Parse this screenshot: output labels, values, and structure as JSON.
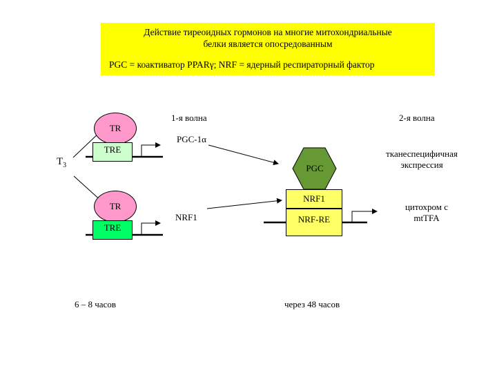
{
  "title": {
    "line1": "Действие тиреоидных гормонов на многие митохондриальные",
    "line2": "белки является опосредованным",
    "definition": "PGC = коактиватор PPARγ; NRF = ядерный респираторный фактор"
  },
  "wave1": "1-я волна",
  "wave2": "2-я волна",
  "t3": {
    "main": "T",
    "sub": "3"
  },
  "gene1": {
    "tr": "TR",
    "tre": "TRE",
    "product": "PGC-1α"
  },
  "gene2": {
    "tr": "TR",
    "tre": "TRE",
    "product": "NRF1"
  },
  "complex": {
    "pgc": "PGC",
    "nrf1": "NRF1",
    "nrf_re": "NRF-RE"
  },
  "tissue_expression": {
    "line1": "тканеспецифичная",
    "line2": "экспрессия"
  },
  "targets": {
    "line1": "цитохром с",
    "line2": "mtTFA"
  },
  "time1": "6 – 8 часов",
  "time2": "через 48 часов",
  "colors": {
    "title_bg": "#ffff00",
    "tr_fill": "#ff99cc",
    "tre1_fill": "#ccffcc",
    "tre2_fill": "#00ff66",
    "pgc_fill": "#669933",
    "nrf_fill": "#ffff66"
  }
}
